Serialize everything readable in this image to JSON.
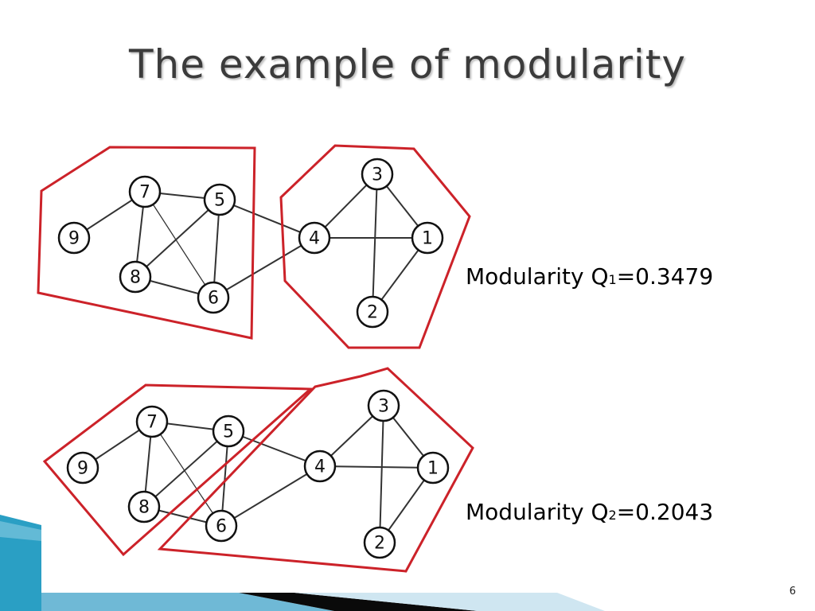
{
  "slide": {
    "title": "The example of modularity",
    "page_number": "6"
  },
  "graphs": [
    {
      "id": "partition-1",
      "modularity_prefix": "Modularity Q",
      "modularity_subscript": "1",
      "modularity_value": "=0.3479",
      "nodes": [
        "9",
        "7",
        "5",
        "8",
        "6",
        "4",
        "3",
        "1",
        "2"
      ],
      "edges": [
        [
          "9",
          "7"
        ],
        [
          "7",
          "5"
        ],
        [
          "7",
          "8"
        ],
        [
          "7",
          "6"
        ],
        [
          "5",
          "8"
        ],
        [
          "5",
          "6"
        ],
        [
          "8",
          "6"
        ],
        [
          "5",
          "4"
        ],
        [
          "6",
          "4"
        ],
        [
          "4",
          "3"
        ],
        [
          "4",
          "1"
        ],
        [
          "3",
          "1"
        ],
        [
          "3",
          "2"
        ],
        [
          "1",
          "2"
        ]
      ],
      "communities": [
        [
          "9",
          "7",
          "5",
          "8",
          "6"
        ],
        [
          "4",
          "3",
          "1",
          "2"
        ]
      ]
    },
    {
      "id": "partition-2",
      "modularity_prefix": "Modularity Q",
      "modularity_subscript": "2",
      "modularity_value": "=0.2043",
      "nodes": [
        "9",
        "7",
        "5",
        "8",
        "6",
        "4",
        "3",
        "1",
        "2"
      ],
      "edges": [
        [
          "9",
          "7"
        ],
        [
          "7",
          "5"
        ],
        [
          "7",
          "8"
        ],
        [
          "7",
          "6"
        ],
        [
          "5",
          "8"
        ],
        [
          "5",
          "6"
        ],
        [
          "8",
          "6"
        ],
        [
          "5",
          "4"
        ],
        [
          "6",
          "4"
        ],
        [
          "4",
          "3"
        ],
        [
          "4",
          "1"
        ],
        [
          "3",
          "1"
        ],
        [
          "3",
          "2"
        ],
        [
          "1",
          "2"
        ]
      ],
      "communities": [
        [
          "9",
          "7",
          "5",
          "8"
        ],
        [
          "6",
          "4",
          "3",
          "1",
          "2"
        ]
      ]
    }
  ],
  "colors": {
    "community_outline": "#cc2229",
    "title_text": "#3b3b3b",
    "footer_teal": "#2a9fc4",
    "footer_light": "#cfe6f1",
    "footer_dark": "#0a0a0a"
  }
}
